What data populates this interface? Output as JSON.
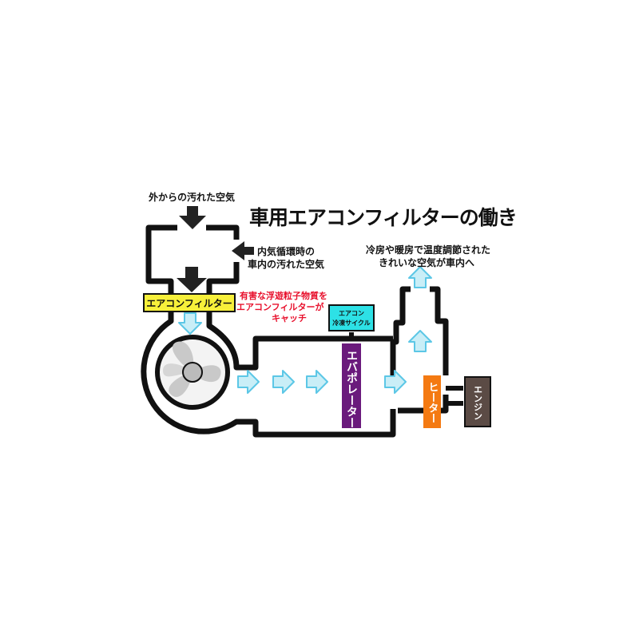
{
  "title": "車用エアコンフィルターの働き",
  "labels": {
    "outside_air": "外からの汚れた空気",
    "recirc_line1": "内気循環時の",
    "recirc_line2": "車内の汚れた空気",
    "filter": "エアコンフィルター",
    "catch_line1": "有害な浮遊粒子物質を",
    "catch_line2": "エアコンフィルターが",
    "catch_line3": "キャッチ",
    "ac_cycle_line1": "エアコン",
    "ac_cycle_line2": "冷凍サイクル",
    "evaporator": "エバポレーター",
    "heater": "ヒーター",
    "engine": "エンジン",
    "clean_line1": "冷房や暖房で温度調節された",
    "clean_line2": "きれいな空気が車内へ"
  },
  "colors": {
    "filter_box": "#f7f03a",
    "ac_cycle_box": "#2de1e6",
    "evaporator_box": "#6a1a7c",
    "heater_box": "#f47a12",
    "engine_box": "#5b4b45",
    "airflow_arrow": "#c9eef7",
    "airflow_arrow_stroke": "#5cc7e6",
    "catch_text": "#e8102c"
  }
}
